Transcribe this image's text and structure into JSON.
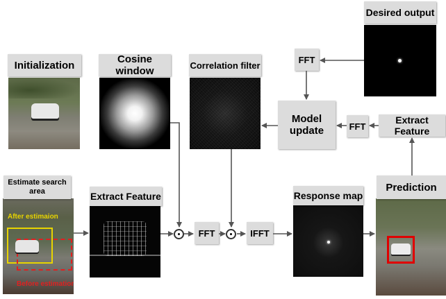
{
  "blocks": {
    "initialization": "Initialization",
    "cosine_window": "Cosine window",
    "correlation_filter": "Correlation filter",
    "desired_output": "Desired output",
    "fft_top": "FFT",
    "model_update": "Model update",
    "fft_mid": "FFT",
    "extract_feature_right": "Extract Feature",
    "estimate_search_area": "Estimate search area",
    "extract_feature_left": "Extract Feature",
    "fft_bottom": "FFT",
    "ifft": "IFFT",
    "response_map": "Response map",
    "prediction": "Prediction"
  },
  "annotations": {
    "after_estimation": "After estimaion",
    "before_estimation": "Before estimation"
  },
  "colors": {
    "label_bg": "#dcdcdc",
    "arrow": "#555555",
    "after_box": "#e8d400",
    "before_box": "#e02020",
    "prediction_box": "#e00000"
  }
}
